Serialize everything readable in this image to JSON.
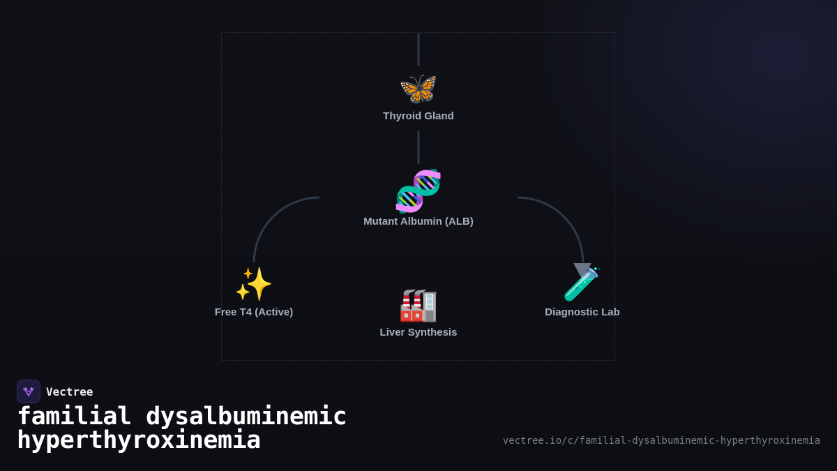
{
  "diagram": {
    "nodes": [
      {
        "id": "thyroid",
        "icon": "🦋",
        "icon_name": "butterfly-icon",
        "label": "Thyroid Gland"
      },
      {
        "id": "albumin",
        "icon": "🧬",
        "icon_name": "dna-icon",
        "label": "Mutant Albumin (ALB)"
      },
      {
        "id": "free-t4",
        "icon": "✨",
        "icon_name": "sparkles-icon",
        "label": "Free T4 (Active)"
      },
      {
        "id": "liver",
        "icon": "🏭",
        "icon_name": "factory-icon",
        "label": "Liver Synthesis"
      },
      {
        "id": "lab",
        "icon": "🧪",
        "icon_name": "test-tube-icon",
        "label": "Diagnostic Lab"
      }
    ],
    "colors": {
      "connector": "#2f394b",
      "label": "#a7aebd",
      "frame_border": "#262b38",
      "background": "#0e0f14"
    }
  },
  "brand": {
    "name": "Vectree",
    "logo_icon": "vectree-logo-icon",
    "logo_color": "#9b5cf0"
  },
  "footer": {
    "title_line1": "familial dysalbuminemic",
    "title_line2": "hyperthyroxinemia",
    "url": "vectree.io/c/familial-dysalbuminemic-hyperthyroxinemia"
  }
}
